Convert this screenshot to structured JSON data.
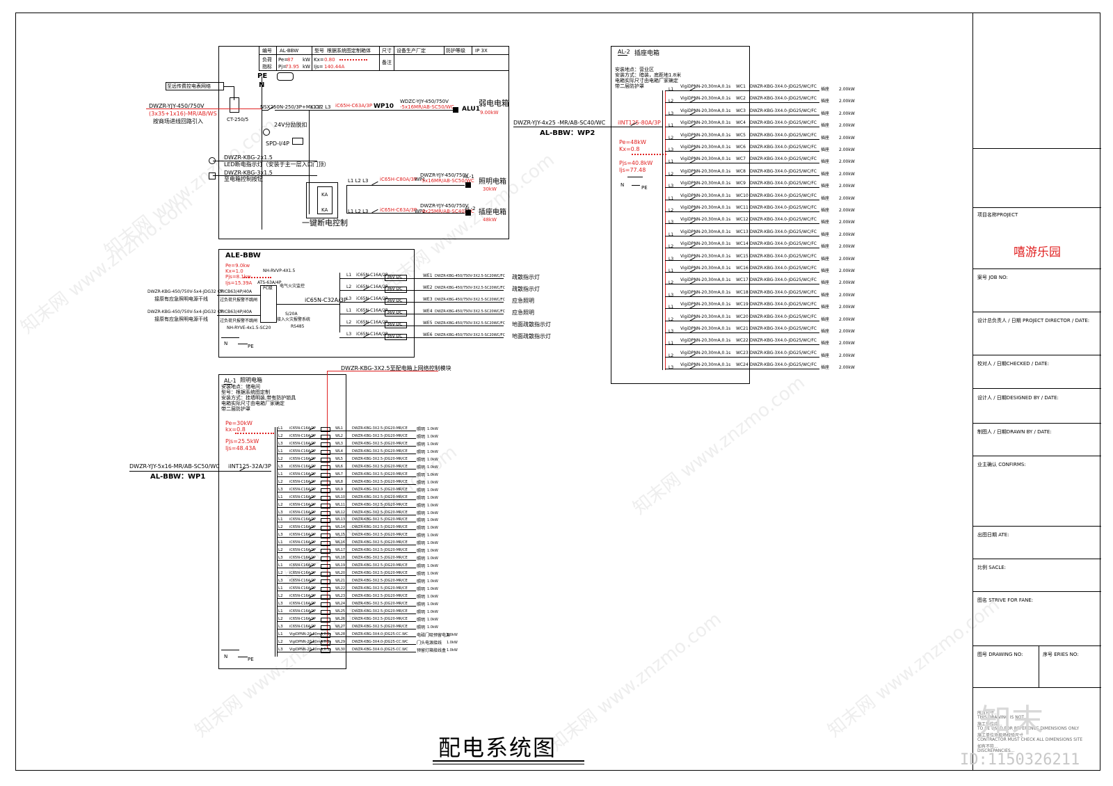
{
  "sheet": {
    "title": "配电系统图",
    "title_block": {
      "project_label": "项目名称PROJECT",
      "project_name": "嘻游乐园",
      "job_no": "案号 JOB NO:",
      "director": "设计总负责人 / 日期 PROJECT DIRECTOR / DATE:",
      "checked": "校对人 / 日期CHECKED / DATE:",
      "designed": "设计人 / 日期DESIGNED BY / DATE:",
      "drawn": "制图人 / 日期DRAWN BY / DATE:",
      "confirms": "业主确认 CONFIRMS:",
      "date": "出图日期 ATE:",
      "scale": "比例 SACLE:",
      "drawing_name": "图名 STRIVE FOR FANE:",
      "drawing_no": "图号 DRAWING NO:",
      "series_no": "序号 ERIES NO:",
      "notes": [
        "所有尺寸...",
        "THIS DRAWING IS NOT...",
        "施工单位应...",
        "TO BE USED FOR REFERENCE DIMENSIONS ONLY",
        "施工单位须现场校验尺寸",
        "CONTRACTOR MUST CHECK ALL DIMENSIONS SITE",
        "如有不符...",
        "DISCREPANCIES..."
      ]
    },
    "watermark": {
      "brand": "知末",
      "id": "ID:1150326211",
      "site": "知末网 www.znzmo.com"
    }
  },
  "alBBW": {
    "table": {
      "bianhao_label": "编号",
      "bianhao": "AL-BBW",
      "xinghao_label": "型号",
      "xinghao": "根据系统图定制箱体",
      "chicun": "尺寸",
      "changjia": "设备生产厂定",
      "fanghu_label": "防护等级",
      "fanghu": "IP 3X",
      "fuhe_label": "负荷",
      "fuhe2": "指标",
      "pe_label": "Pe=",
      "pe": "87",
      "kw1": "kW",
      "kx_label": "Kx=",
      "kx": "0.80",
      "pj_label": "Pj=",
      "pj": "73.95",
      "kw2": "kW",
      "ijs_label": "Ijs=",
      "ijs": "140.44A",
      "beizhu": "备注"
    },
    "pe_n": [
      "PE",
      "N"
    ],
    "remote_box": "至远传费控电表网络",
    "ct": "CT-250/5",
    "incoming": [
      "DWZR-YJY-450/750V",
      "(3x35+1x16)-MR/AB/WS",
      "按商场进线回路引入"
    ],
    "main_breaker": "NSX250N-250/3P+MX OF",
    "phases": "L1 L2 L3",
    "spd": "SPD-I/4P",
    "relay": "24V分励脱扣",
    "led_cable": "DWZR-KBG-2x1.5",
    "led_text": "LED断电指示灯（安装于主一层入口门顶）",
    "ctrl_cable": "DWZR-KBG-3x1.5",
    "ctrl_text": "至电箱控制按钮",
    "one_key": "一键断电控制",
    "wp10": {
      "breaker": "iC65H-C63A/3P",
      "name": "WP10",
      "cable": "WDZC-YJY-450/750V",
      "cable2": "-5x16MR/AB-SC50/WC",
      "dest": "ALU1",
      "dest_name": "弱电电箱",
      "load": "9.00kW"
    },
    "wp1": {
      "breaker": "iC65H-C80A/3P",
      "name": "WP1",
      "cable": "DWZR-YJY-450/750V",
      "cable2": "-5x16MR/AB-SC50/WC",
      "dest": "AL-1",
      "dest_name": "照明电箱",
      "load": "30kW"
    },
    "wp2": {
      "breaker": "iC65H-C63A/3P",
      "name": "WP2",
      "cable": "DWZR-YJY-450/750V",
      "cable2": "-4x25MR/AB-SC40/WC",
      "dest": "AL-2",
      "dest_name": "插座电箱",
      "load": "48kW"
    }
  },
  "aleBBW": {
    "title": "ALE-BBW",
    "pe": "Pe=9.0kw",
    "kx": "Kx=1.0",
    "pjs": "Pjs=8.1kw",
    "ijs": "Ijs=15.39A",
    "nh": "NH-RVVP-4X1.5",
    "in1_cable": "DWZR-KBG-450/750V-5x4-JDG32 CT",
    "in1_text": "接原有应急照明电源干线",
    "in2_cable": "DWZR-KBG-450/750V-5x4-JDG32 CT",
    "in2_text": "接原有应急照明电源干线",
    "mcb1": "MICB63/4P/40A",
    "mcb2": "MICB63/4P/40A",
    "ats": "ATS-63A/4P",
    "pc": "PC级",
    "elec": "电气火灾监控",
    "ats_note": "过负荷只报警不跳闸",
    "ats_note2": "过负荷只报警不跳闸",
    "ct": "S/20A",
    "fire": "接入火灾报警系统",
    "rs485": "RS485",
    "nhy": "NH-RYVE-4x1.5-SC20",
    "main": "iC65N-C32A/3P",
    "rows": [
      {
        "ph": "L1",
        "br": "iC65N-C16A/2P",
        "dc": "36V DC",
        "id": "WE1",
        "cable": "DWZR-KBG-450/750V-3X2.5-SC20WC/FC",
        "name": "疏散指示灯"
      },
      {
        "ph": "L2",
        "br": "iC65N-C16A/2P",
        "dc": "36V DC",
        "id": "WE2",
        "cable": "DWZR-KBG-450/750V-3X2.5-SC20WC/FC",
        "name": "疏散指示灯"
      },
      {
        "ph": "L3",
        "br": "iC65N-C16A/2P",
        "dc": "36V DC",
        "id": "WE3",
        "cable": "DWZR-KBG-450/750V-3X2.5-SC20WC/FC",
        "name": "应急照明"
      },
      {
        "ph": "L1",
        "br": "iC65N-C16A/2P",
        "dc": "36V DC",
        "id": "WE4",
        "cable": "DWZR-KBG-450/750V-3X2.5-SC20WC/FC",
        "name": "应急照明"
      },
      {
        "ph": "L2",
        "br": "iC65N-C16A/2P",
        "dc": "36V DC",
        "id": "WE5",
        "cable": "DWZR-KBG-450/750V-3X2.5-SC20WC/FC",
        "name": "地面疏散指示灯"
      },
      {
        "ph": "L3",
        "br": "iC65N-C16A/2P",
        "dc": "36V DC",
        "id": "WE6",
        "cable": "DWZR-KBG-450/750V-3X2.5-SC20WC/FC",
        "name": "地面疏散指示灯"
      }
    ],
    "n": "N",
    "pe_label": "PE"
  },
  "al1": {
    "code": "AL-1",
    "title": "照明电箱",
    "info": [
      "安装地点：储电间",
      "型号：根据系统图定制",
      "安装方式：挂墙明装,带有防护锁具",
      "电箱实际尺寸由电箱厂家确定",
      "带二层防护罩"
    ],
    "pe": "Pe=30kW",
    "kx": "kx=0.8",
    "pjs": "Pjs=25.5kW",
    "ijs": "Ijs=48.43A",
    "top_cable": "DWZR-KBG-3X2.5至配电箱上网络控制模块",
    "incoming": "DWZR-YJY-5x16-MR/AB-SC50/WC",
    "incoming_from": "AL-BBW：WP1",
    "main": "iINT125-32A/3P",
    "rows": [
      {
        "ph": "L1",
        "br": "iC65N-C16A/2P",
        "id": "WL1",
        "cable": "DWZR-KBG-3X2.5-JDG20-MR/CE",
        "name": "照明",
        "load": "1.0kW"
      },
      {
        "ph": "L2",
        "br": "iC65N-C16A/2P",
        "id": "WL2",
        "cable": "DWZR-KBG-3X2.5-JDG20-MR/CE",
        "name": "照明",
        "load": "1.0kW"
      },
      {
        "ph": "L3",
        "br": "iC65N-C16A/2P",
        "id": "WL3",
        "cable": "DWZR-KBG-3X2.5-JDG20-MR/CE",
        "name": "照明",
        "load": "1.0kW"
      },
      {
        "ph": "L1",
        "br": "iC65N-C16A/2P",
        "id": "WL4",
        "cable": "DWZR-KBG-3X2.5-JDG20-MR/CE",
        "name": "照明",
        "load": "1.0kW"
      },
      {
        "ph": "L2",
        "br": "iC65N-C16A/2P",
        "id": "WL5",
        "cable": "DWZR-KBG-3X2.5-JDG20-MR/CE",
        "name": "照明",
        "load": "1.0kW"
      },
      {
        "ph": "L3",
        "br": "iC65N-C16A/2P",
        "id": "WL6",
        "cable": "DWZR-KBG-3X2.5-JDG20-MR/CE",
        "name": "照明",
        "load": "1.0kW"
      },
      {
        "ph": "L1",
        "br": "iC65N-C16A/2P",
        "id": "WL7",
        "cable": "DWZR-KBG-3X2.5-JDG20-MR/CE",
        "name": "照明",
        "load": "1.0kW"
      },
      {
        "ph": "L2",
        "br": "iC65N-C16A/2P",
        "id": "WL8",
        "cable": "DWZR-KBG-3X2.5-JDG20-MR/CE",
        "name": "照明",
        "load": "1.0kW"
      },
      {
        "ph": "L3",
        "br": "iC65N-C16A/2P",
        "id": "WL9",
        "cable": "DWZR-KBG-3X2.5-JDG20-MR/CE",
        "name": "照明",
        "load": "1.0kW"
      },
      {
        "ph": "L1",
        "br": "iC65N-C16A/2P",
        "id": "WL10",
        "cable": "DWZR-KBG-3X2.5-JDG20-MR/CE",
        "name": "照明",
        "load": "1.0kW"
      },
      {
        "ph": "L2",
        "br": "iC65N-C16A/2P",
        "id": "WL11",
        "cable": "DWZR-KBG-3X2.5-JDG20-MR/CE",
        "name": "照明",
        "load": "1.0kW"
      },
      {
        "ph": "L3",
        "br": "iC65N-C16A/2P",
        "id": "WL12",
        "cable": "DWZR-KBG-3X2.5-JDG20-MR/CE",
        "name": "照明",
        "load": "1.0kW"
      },
      {
        "ph": "L1",
        "br": "iC65N-C16A/2P",
        "id": "WL13",
        "cable": "DWZR-KBG-3X2.5-JDG20-MR/CE",
        "name": "照明",
        "load": "1.0kW"
      },
      {
        "ph": "L2",
        "br": "iC65N-C16A/2P",
        "id": "WL14",
        "cable": "DWZR-KBG-3X2.5-JDG20-MR/CE",
        "name": "照明",
        "load": "1.0kW"
      },
      {
        "ph": "L3",
        "br": "iC65N-C16A/2P",
        "id": "WL15",
        "cable": "DWZR-KBG-3X2.5-JDG20-MR/CE",
        "name": "照明",
        "load": "1.0kW"
      },
      {
        "ph": "L1",
        "br": "iC65N-C16A/2P",
        "id": "WL16",
        "cable": "DWZR-KBG-3X2.5-JDG20-MR/CE",
        "name": "照明",
        "load": "1.0kW"
      },
      {
        "ph": "L2",
        "br": "iC65N-C16A/2P",
        "id": "WL17",
        "cable": "DWZR-KBG-3X2.5-JDG20-MR/CE",
        "name": "照明",
        "load": "1.0kW"
      },
      {
        "ph": "L3",
        "br": "iC65N-C16A/2P",
        "id": "WL18",
        "cable": "DWZR-KBG-3X2.5-JDG20-MR/CE",
        "name": "照明",
        "load": "1.0kW"
      },
      {
        "ph": "L1",
        "br": "iC65N-C16A/2P",
        "id": "WL19",
        "cable": "DWZR-KBG-3X2.5-JDG20-MR/CE",
        "name": "照明",
        "load": "1.0kW"
      },
      {
        "ph": "L2",
        "br": "iC65N-C16A/2P",
        "id": "WL20",
        "cable": "DWZR-KBG-3X2.5-JDG20-MR/CE",
        "name": "照明",
        "load": "1.0kW"
      },
      {
        "ph": "L3",
        "br": "iC65N-C16A/2P",
        "id": "WL21",
        "cable": "DWZR-KBG-3X2.5-JDG20-MR/CE",
        "name": "照明",
        "load": "1.0kW"
      },
      {
        "ph": "L1",
        "br": "iC65N-C16A/2P",
        "id": "WL22",
        "cable": "DWZR-KBG-3X2.5-JDG20-MR/CE",
        "name": "照明",
        "load": "1.0kW"
      },
      {
        "ph": "L2",
        "br": "iC65N-C16A/2P",
        "id": "WL23",
        "cable": "DWZR-KBG-3X2.5-JDG20-MR/CE",
        "name": "照明",
        "load": "1.0kW"
      },
      {
        "ph": "L3",
        "br": "iC65N-C16A/2P",
        "id": "WL24",
        "cable": "DWZR-KBG-3X2.5-JDG20-MR/CE",
        "name": "照明",
        "load": "1.0kW"
      },
      {
        "ph": "L1",
        "br": "iC65N-C16A/2P",
        "id": "WL25",
        "cable": "DWZR-KBG-3X2.5-JDG20-MR/CE",
        "name": "照明",
        "load": "1.0kW"
      },
      {
        "ph": "L2",
        "br": "iC65N-C16A/2P",
        "id": "WL26",
        "cable": "DWZR-KBG-3X2.5-JDG20-MR/CE",
        "name": "照明",
        "load": "1.0kW"
      },
      {
        "ph": "L3",
        "br": "iC65N-C16A/2P",
        "id": "WL27",
        "cable": "DWZR-KBG-3X2.5-JDG20-MR/CE",
        "name": "照明",
        "load": "1.0kW"
      },
      {
        "ph": "L1",
        "br": "VigiDPNN-20,30mA,0.1s",
        "id": "WL28",
        "cable": "DWZR-KBG-3X4.0-JDG25-CC.WC",
        "name": "电磁门吸预留电源",
        "load": "1.0kW"
      },
      {
        "ph": "L2",
        "br": "VigiDPNN-20,30mA,0.1s",
        "id": "WL29",
        "cable": "DWZR-KBG-3X4.0-JDG25-CC.WC",
        "name": "门头电源接线",
        "load": "1.0kW"
      },
      {
        "ph": "L3",
        "br": "VigiDPNN-20,30mA,0.1s",
        "id": "WL30",
        "cable": "DWZR-KBG-3X4.0-JDG25-CC.WC",
        "name": "预留灯箱接线盒",
        "load": "1.0kW"
      }
    ],
    "n": "N",
    "pe_label": "PE"
  },
  "al2": {
    "code": "AL-2",
    "title": "插座电箱",
    "info": [
      "安装地点：营业区",
      "安装方式：暗装，底距地1.8米",
      "电箱实际尺寸由电箱厂家确定",
      "带二层防护罩"
    ],
    "incoming": "DWZR-YJY-4x25 -MR/AB-SC40/WC",
    "incoming_from": "AL-BBW：WP2",
    "main": "iINT125-80A/3P",
    "pe": "Pe=48kW",
    "kx": "Kx=0.8",
    "pjs": "Pjs=40.8kW",
    "ijs": "Ijs=77.48",
    "n": "N",
    "pe_label": "PE",
    "rows": [
      {
        "ph": "L1",
        "br": "VigiDPNN-20,30mA,0.1s",
        "id": "WC1",
        "cable": "DWZR-KBG-3X4.0-JDG25/WC/FC",
        "name": "插座",
        "load": "2.00kW"
      },
      {
        "ph": "L2",
        "br": "VigiDPNN-20,30mA,0.1s",
        "id": "WC2",
        "cable": "DWZR-KBG-3X4.0-JDG25/WC/FC",
        "name": "插座",
        "load": "2.00kW"
      },
      {
        "ph": "L3",
        "br": "VigiDPNN-20,30mA,0.1s",
        "id": "WC3",
        "cable": "DWZR-KBG-3X4.0-JDG25/WC/FC",
        "name": "插座",
        "load": "2.00kW"
      },
      {
        "ph": "L1",
        "br": "VigiDPNN-20,30mA,0.1s",
        "id": "WC4",
        "cable": "DWZR-KBG-3X4.0-JDG25/WC/FC",
        "name": "插座",
        "load": "2.00kW"
      },
      {
        "ph": "L2",
        "br": "VigiDPNN-20,30mA,0.1s",
        "id": "WC5",
        "cable": "DWZR-KBG-3X4.0-JDG25/WC/FC",
        "name": "插座",
        "load": "2.00kW"
      },
      {
        "ph": "L3",
        "br": "VigiDPNN-20,30mA,0.1s",
        "id": "WC6",
        "cable": "DWZR-KBG-3X4.0-JDG25/WC/FC",
        "name": "插座",
        "load": "2.00kW"
      },
      {
        "ph": "L1",
        "br": "VigiDPNN-20,30mA,0.1s",
        "id": "WC7",
        "cable": "DWZR-KBG-3X4.0-JDG25/WC/FC",
        "name": "插座",
        "load": "2.00kW"
      },
      {
        "ph": "L2",
        "br": "VigiDPNN-20,30mA,0.1s",
        "id": "WC8",
        "cable": "DWZR-KBG-3X4.0-JDG25/WC/FC",
        "name": "插座",
        "load": "2.00kW"
      },
      {
        "ph": "L3",
        "br": "VigiDPNN-20,30mA,0.1s",
        "id": "WC9",
        "cable": "DWZR-KBG-3X4.0-JDG25/WC/FC",
        "name": "插座",
        "load": "2.00kW"
      },
      {
        "ph": "L1",
        "br": "VigiDPNN-20,30mA,0.1s",
        "id": "WC10",
        "cable": "DWZR-KBG-3X4.0-JDG25/WC/FC",
        "name": "插座",
        "load": "2.00kW"
      },
      {
        "ph": "L2",
        "br": "VigiDPNN-20,30mA,0.1s",
        "id": "WC11",
        "cable": "DWZR-KBG-3X4.0-JDG25/WC/FC",
        "name": "插座",
        "load": "2.00kW"
      },
      {
        "ph": "L3",
        "br": "VigiDPNN-20,30mA,0.1s",
        "id": "WC12",
        "cable": "DWZR-KBG-3X4.0-JDG25/WC/FC",
        "name": "插座",
        "load": "2.00kW"
      },
      {
        "ph": "L1",
        "br": "VigiDPNN-20,30mA,0.1s",
        "id": "WC13",
        "cable": "DWZR-KBG-3X4.0-JDG25/WC/FC",
        "name": "插座",
        "load": "2.00kW"
      },
      {
        "ph": "L2",
        "br": "VigiDPNN-20,30mA,0.1s",
        "id": "WC14",
        "cable": "DWZR-KBG-3X4.0-JDG25/WC/FC",
        "name": "插座",
        "load": "2.00kW"
      },
      {
        "ph": "L3",
        "br": "VigiDPNN-20,30mA,0.1s",
        "id": "WC15",
        "cable": "DWZR-KBG-3X4.0-JDG25/WC/FC",
        "name": "插座",
        "load": "2.00kW"
      },
      {
        "ph": "L1",
        "br": "VigiDPNN-20,30mA,0.1s",
        "id": "WC16",
        "cable": "DWZR-KBG-3X4.0-JDG25/WC/FC",
        "name": "插座",
        "load": "2.00kW"
      },
      {
        "ph": "L2",
        "br": "VigiDPNN-20,30mA,0.1s",
        "id": "WC17",
        "cable": "DWZR-KBG-3X4.0-JDG25/WC/FC",
        "name": "插座",
        "load": "2.00kW"
      },
      {
        "ph": "L3",
        "br": "VigiDPNN-20,30mA,0.1s",
        "id": "WC18",
        "cable": "DWZR-KBG-3X4.0-JDG25/WC/FC",
        "name": "插座",
        "load": "2.00kW"
      },
      {
        "ph": "L1",
        "br": "VigiDPNN-20,30mA,0.1s",
        "id": "WC19",
        "cable": "DWZR-KBG-3X4.0-JDG25/WC/FC",
        "name": "插座",
        "load": "2.00kW"
      },
      {
        "ph": "L2",
        "br": "VigiDPNN-20,30mA,0.1s",
        "id": "WC20",
        "cable": "DWZR-KBG-3X4.0-JDG25/WC/FC",
        "name": "插座",
        "load": "2.00kW"
      },
      {
        "ph": "L3",
        "br": "VigiDPNN-20,30mA,0.1s",
        "id": "WC21",
        "cable": "DWZR-KBG-3X4.0-JDG25/WC/FC",
        "name": "插座",
        "load": "2.00kW"
      },
      {
        "ph": "L1",
        "br": "VigiDPNN-20,30mA,0.1s",
        "id": "WC22",
        "cable": "DWZR-KBG-3X4.0-JDG25/WC/FC",
        "name": "插座",
        "load": "2.00kW"
      },
      {
        "ph": "L2",
        "br": "VigiDPNN-20,30mA,0.1s",
        "id": "WC23",
        "cable": "DWZR-KBG-3X4.0-JDG25/WC/FC",
        "name": "插座",
        "load": "2.00kW"
      },
      {
        "ph": "L3",
        "br": "VigiDPNN-20,30mA,0.1s",
        "id": "WC24",
        "cable": "DWZR-KBG-3X4.0-JDG25/WC/FC",
        "name": "插座",
        "load": "2.00kW"
      }
    ]
  }
}
